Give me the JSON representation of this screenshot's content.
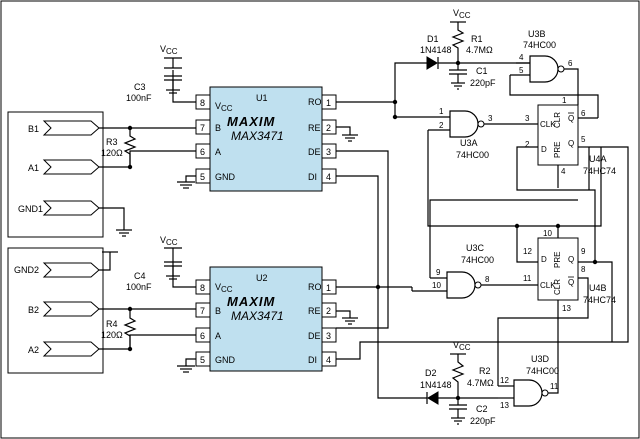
{
  "ics": {
    "u1": {
      "ref": "U1",
      "logo": "MAXIM",
      "part": "MAX3471",
      "left_pins": [
        {
          "num": "8",
          "name": "V",
          "sub": "CC"
        },
        {
          "num": "7",
          "name": "B"
        },
        {
          "num": "6",
          "name": "A"
        },
        {
          "num": "5",
          "name": "GND"
        }
      ],
      "right_pins": [
        {
          "num": "1",
          "name": "RO"
        },
        {
          "num": "2",
          "name": "RE"
        },
        {
          "num": "3",
          "name": "DE"
        },
        {
          "num": "4",
          "name": "DI"
        }
      ]
    },
    "u2": {
      "ref": "U2",
      "logo": "MAXIM",
      "part": "MAX3471",
      "left_pins": [
        {
          "num": "8",
          "name": "V",
          "sub": "CC"
        },
        {
          "num": "7",
          "name": "B"
        },
        {
          "num": "6",
          "name": "A"
        },
        {
          "num": "5",
          "name": "GND"
        }
      ],
      "right_pins": [
        {
          "num": "1",
          "name": "RO"
        },
        {
          "num": "2",
          "name": "RE"
        },
        {
          "num": "3",
          "name": "DE"
        },
        {
          "num": "4",
          "name": "DI"
        }
      ]
    }
  },
  "connectors": {
    "top": [
      {
        "label": "B1"
      },
      {
        "label": "A1"
      },
      {
        "label": "GND1"
      }
    ],
    "bottom": [
      {
        "label": "GND2"
      },
      {
        "label": "B2"
      },
      {
        "label": "A2"
      }
    ]
  },
  "components": {
    "c3": {
      "name": "C3",
      "value": "100nF"
    },
    "c4": {
      "name": "C4",
      "value": "100nF"
    },
    "r3": {
      "name": "R3",
      "value": "120Ω"
    },
    "r4": {
      "name": "R4",
      "value": "120Ω"
    },
    "d1": {
      "name": "D1",
      "value": "1N4148"
    },
    "d2": {
      "name": "D2",
      "value": "1N4148"
    },
    "r1": {
      "name": "R1",
      "value": "4.7MΩ"
    },
    "r2": {
      "name": "R2",
      "value": "4.7MΩ"
    },
    "c1": {
      "name": "C1",
      "value": "220pF"
    },
    "c2": {
      "name": "C2",
      "value": "220pF"
    }
  },
  "vcc": {
    "name": "V",
    "sub": "CC"
  },
  "gates": {
    "u3a": {
      "name": "U3A",
      "part": "74HC00",
      "in1": "1",
      "in2": "2",
      "out": "3"
    },
    "u3b": {
      "name": "U3B",
      "part": "74HC00",
      "in1": "4",
      "in2": "5",
      "out": "6"
    },
    "u3c": {
      "name": "U3C",
      "part": "74HC00",
      "in1": "9",
      "in2": "10",
      "out": "8"
    },
    "u3d": {
      "name": "U3D",
      "part": "74HC00",
      "in1": "12",
      "in2": "13",
      "out": "11"
    }
  },
  "flipflops": {
    "u4a": {
      "name": "U4A",
      "part": "74HC74",
      "clk": "CLK",
      "d": "D",
      "q": "Q",
      "qbar": "Q",
      "pre": "PRE",
      "clr": "CLR",
      "pin_clk": "3",
      "pin_d": "2",
      "pin_q": "5",
      "pin_qbar": "6",
      "pin_pre": "4",
      "pin_clr": "1"
    },
    "u4b": {
      "name": "U4B",
      "part": "74HC74",
      "clk": "CLK",
      "d": "D",
      "q": "Q",
      "qbar": "Q",
      "pre": "PRE",
      "clr": "CLR",
      "pin_clk": "11",
      "pin_d": "12",
      "pin_q": "9",
      "pin_qbar": "8",
      "pin_pre": "10",
      "pin_clr": "13"
    }
  }
}
